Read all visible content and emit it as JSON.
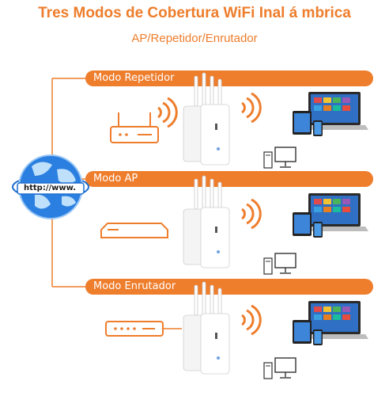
{
  "header": {
    "title": "Tres Modos de Cobertura WiFi Inal á mbrica",
    "subtitle": "AP/Repetidor/Enrutador"
  },
  "globe": {
    "url_text": "http://www."
  },
  "modes": [
    {
      "label": "Modo Repetidor"
    },
    {
      "label": "Modo AP"
    },
    {
      "label": "Modo Enrutador"
    }
  ],
  "colors": {
    "accent": "#ee7d2c",
    "band": "#ee7d2c",
    "globe": "#1e6fd0"
  }
}
